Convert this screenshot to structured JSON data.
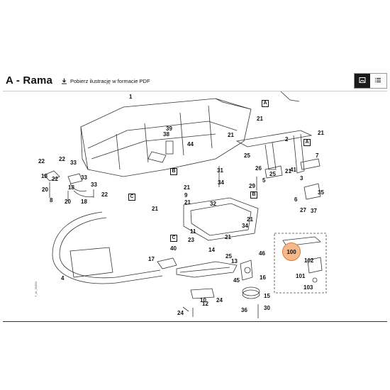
{
  "header": {
    "title": "A - Rama",
    "download_label": "Pobierz ilustrację w formacie PDF",
    "view_toggle": [
      "image-view",
      "list-view"
    ]
  },
  "diagram": {
    "highlight_label": "100",
    "image_code": "T_AI_50450",
    "section_labels": [
      "A",
      "A",
      "B",
      "B",
      "C",
      "C"
    ],
    "part_numbers": [
      "1",
      "2",
      "3",
      "4",
      "5",
      "6",
      "7",
      "8",
      "9",
      "10",
      "11",
      "12",
      "13",
      "14",
      "15",
      "16",
      "17",
      "18",
      "18",
      "18",
      "20",
      "20",
      "21",
      "21",
      "21",
      "21",
      "21",
      "21",
      "21",
      "21",
      "21",
      "22",
      "22",
      "22",
      "22",
      "23",
      "24",
      "24",
      "25",
      "25",
      "25",
      "26",
      "27",
      "29",
      "30",
      "31",
      "32",
      "33",
      "33",
      "33",
      "34",
      "34",
      "35",
      "36",
      "37",
      "38",
      "39",
      "40",
      "41",
      "44",
      "45",
      "46",
      "101",
      "102",
      "103"
    ]
  },
  "colors": {
    "badge_fill": "#f4b98a",
    "badge_border": "#e07a30",
    "toggle_active": "#1a1a1a"
  }
}
